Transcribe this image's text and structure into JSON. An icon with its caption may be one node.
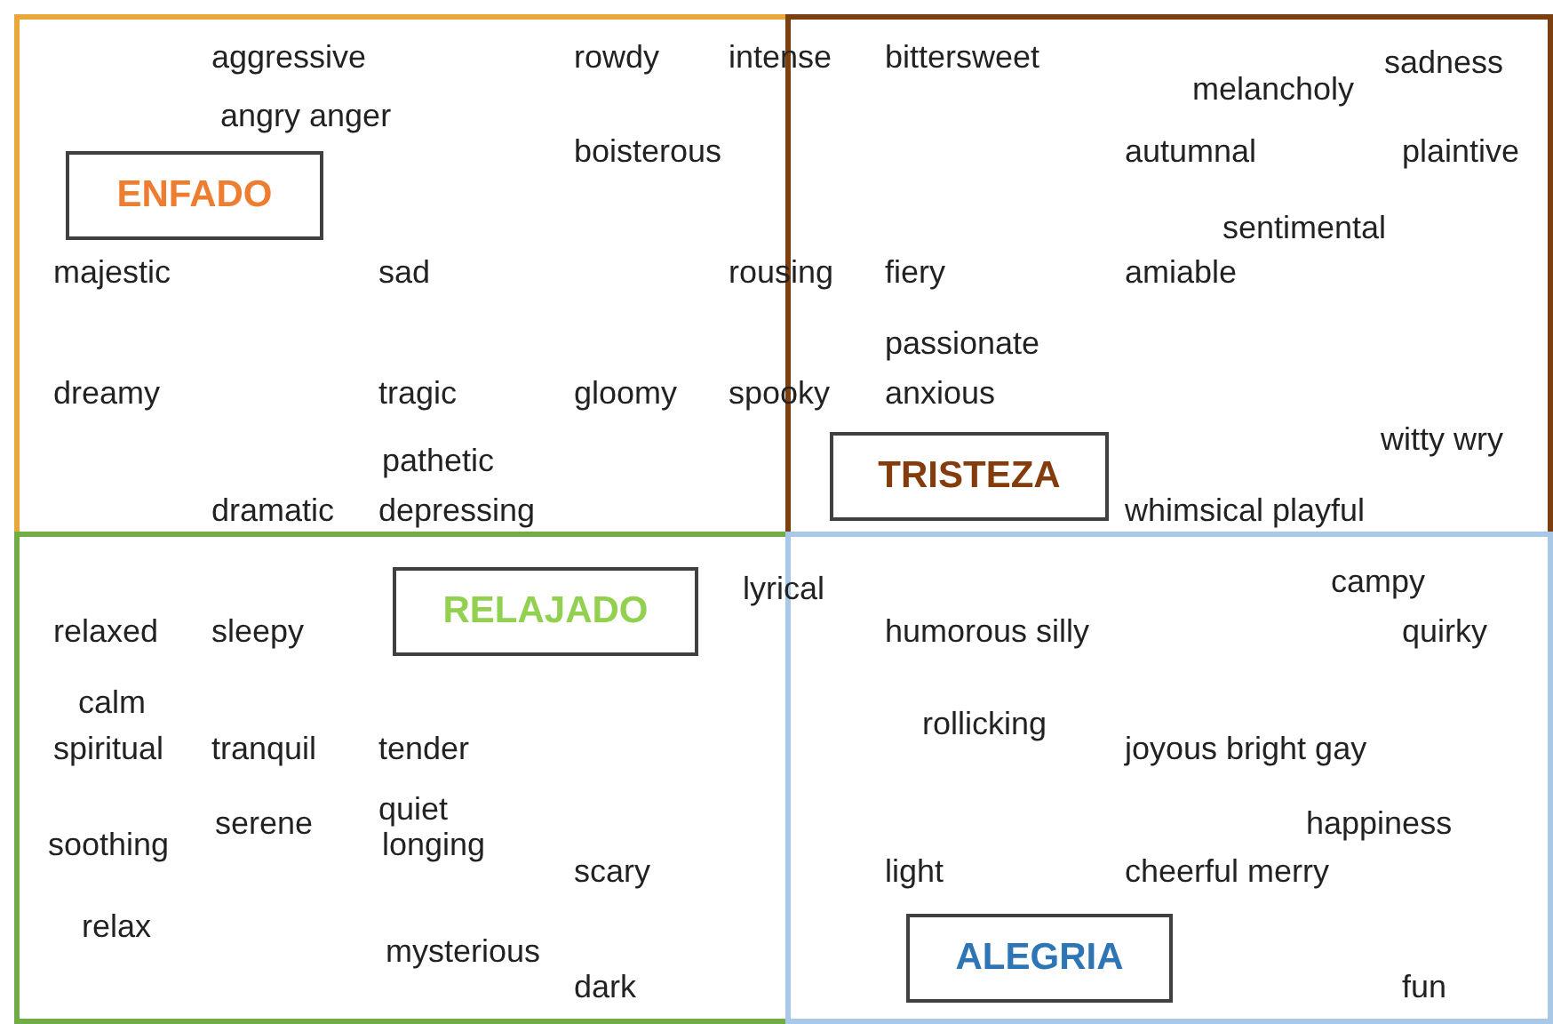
{
  "diagram": {
    "nodes": [
      {
        "text": [],
        "shape": "box"
      },
      {
        "text": [
          "ENFADO"
        ],
        "in": 0
      },
      {
        "text": [],
        "shape": "box"
      },
      {
        "text": [
          "TRISTEZA"
        ],
        "in": 2
      },
      {
        "text": [],
        "shape": "box"
      },
      {
        "text": [
          "RELAJADO"
        ],
        "in": 4
      },
      {
        "text": [],
        "shape": "box"
      },
      {
        "text": [
          "ALEGRIA"
        ],
        "in": 6
      }
    ],
    "edges": [],
    "labels": [
      "aggressive",
      "rowdy",
      "intense",
      "bittersweet",
      "sadness",
      "melancholy",
      "angry anger",
      "boisterous",
      "autumnal",
      "plaintive",
      "sentimental",
      "majestic",
      "sad",
      "rousing",
      "fiery",
      "amiable",
      "passionate",
      "dreamy",
      "tragic",
      "gloomy",
      "spooky",
      "anxious",
      "witty wry",
      "pathetic",
      "dramatic",
      "depressing",
      "whimsical playful",
      "lyrical",
      "campy",
      "relaxed",
      "sleepy",
      "humorous silly",
      "quirky",
      "calm",
      "rollicking",
      "spiritual",
      "tranquil",
      "tender",
      "joyous bright gay",
      "quiet",
      "serene",
      "happiness",
      "soothing",
      "longing",
      "scary",
      "light",
      "cheerful merry",
      "relax",
      "mysterious",
      "dark",
      "fun"
    ]
  }
}
